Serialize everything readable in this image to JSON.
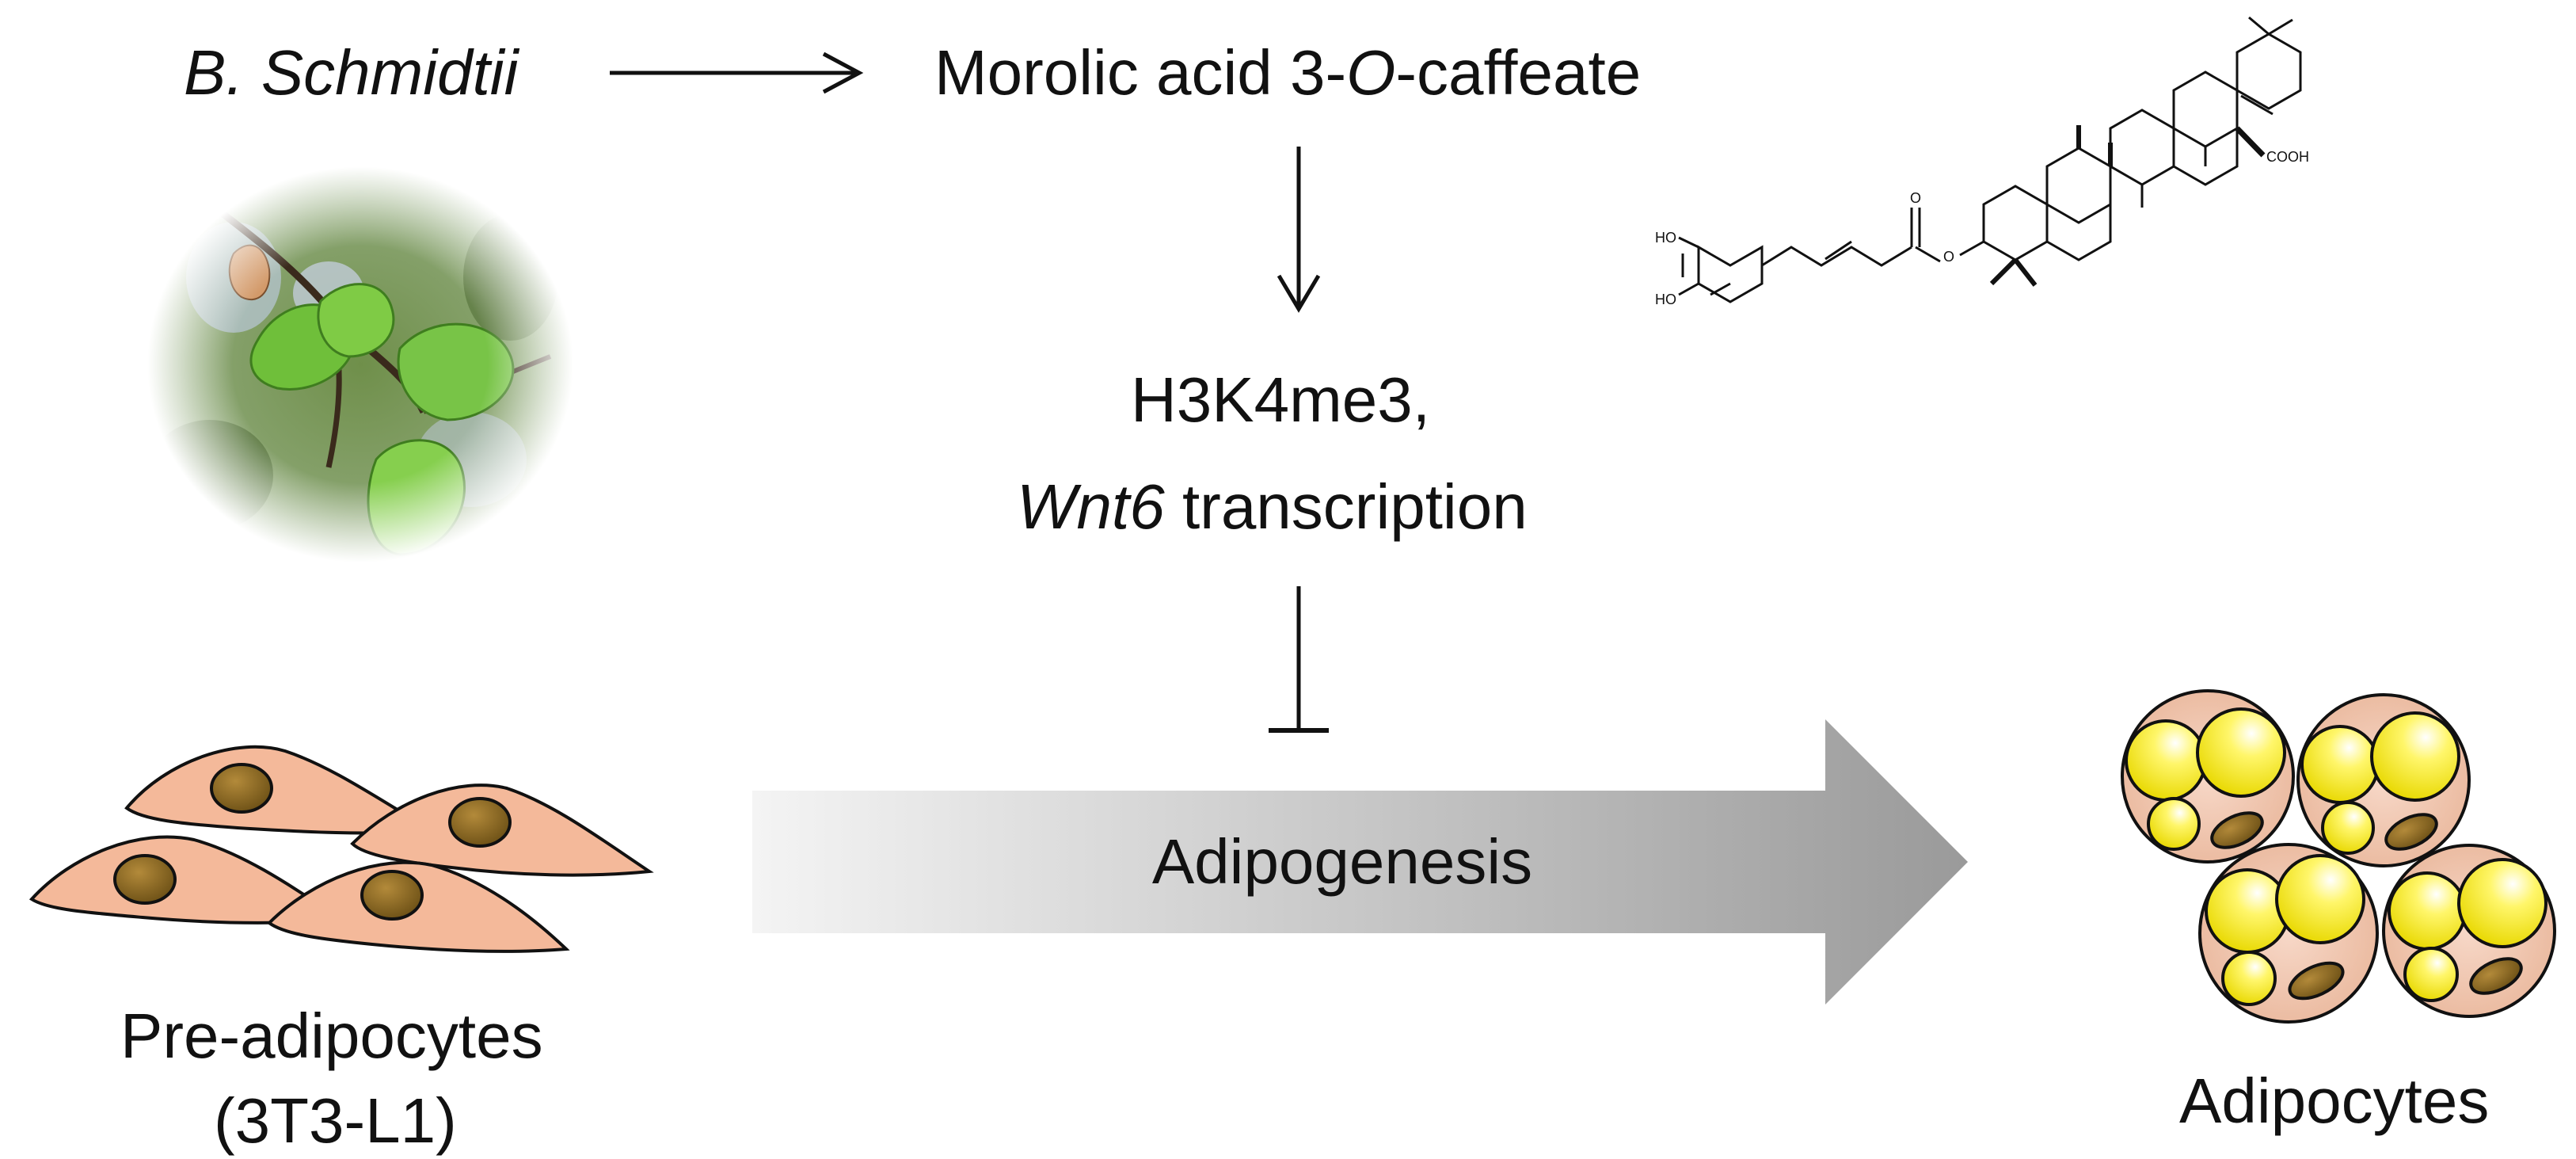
{
  "source": {
    "species": "B. Schmidtii"
  },
  "compound": {
    "name_prefix": "Morolic acid 3-",
    "name_italic": "O",
    "name_suffix": "-caffeate",
    "structure_labels": {
      "hydroxyl_top": "HO",
      "hydroxyl_bottom": "HO",
      "carboxyl": "COOH",
      "ester_oxygen": "O",
      "carbonyl_oxygen": "O"
    }
  },
  "mechanism": {
    "line1": "H3K4me3,",
    "gene_italic": "Wnt6",
    "line2_suffix": " transcription"
  },
  "process": {
    "label": "Adipogenesis"
  },
  "cells": {
    "pre_label_line1": "Pre-adipocytes",
    "pre_label_line2": "(3T3-L1)",
    "mature_label": "Adipocytes"
  },
  "colors": {
    "cell_body": "#f4b99a",
    "nucleus": "#8a6d2a",
    "lipid": "#f5ea00",
    "arrow_gradient_start": "#f2f2f2",
    "arrow_gradient_end": "#9a9a9a"
  }
}
